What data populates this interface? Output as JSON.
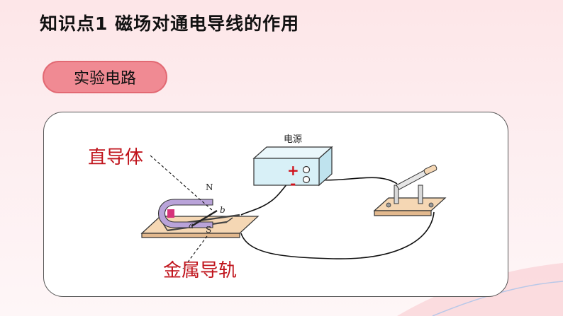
{
  "title": "知识点1  磁场对通电导线的作用",
  "section_label": "实验电路",
  "diagram": {
    "power_supply_label": "电源",
    "plus_sign": "+",
    "minus_sign": "-",
    "magnet_north_label": "N",
    "magnet_south_label": "S",
    "point_a_label": "a",
    "point_b_label": "b",
    "straight_conductor_label": "直导体",
    "metal_rails_label": "金属导轨"
  },
  "colors": {
    "pill_fill": "#f08a93",
    "callout_text": "#c0141c",
    "power_box": "#d8f0f7",
    "base_board": "#f2cfa8",
    "magnet": "#b9a3d9"
  }
}
